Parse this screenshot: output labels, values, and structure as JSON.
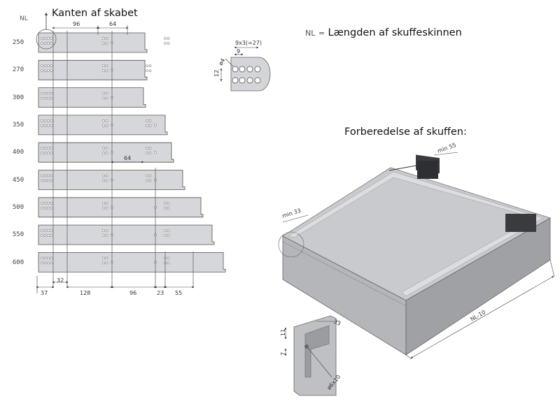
{
  "top_left_label": "NL",
  "cabinet_edge_label": "Kanten af skabet",
  "legend": {
    "key": "NL",
    "equals": "=",
    "text": "Længden af skuffeskinnen"
  },
  "drawer_heading": "Forberedelse af skuffen:",
  "rows": [
    {
      "nl": "250",
      "rail_len": 152,
      "groups": [
        0,
        2,
        4
      ]
    },
    {
      "nl": "270",
      "rail_len": 152,
      "groups": [
        0,
        2,
        3
      ]
    },
    {
      "nl": "300",
      "rail_len": 150,
      "groups": [
        0,
        2
      ]
    },
    {
      "nl": "350",
      "rail_len": 181,
      "groups": [
        0,
        2,
        3
      ]
    },
    {
      "nl": "400",
      "rail_len": 190,
      "groups": [
        0,
        2,
        3
      ]
    },
    {
      "nl": "450",
      "rail_len": 206,
      "groups": [
        0,
        2,
        3
      ]
    },
    {
      "nl": "500",
      "rail_len": 232,
      "groups": [
        0,
        2,
        4
      ]
    },
    {
      "nl": "550",
      "rail_len": 248,
      "groups": [
        0,
        2,
        4
      ]
    },
    {
      "nl": "600",
      "rail_len": 264,
      "groups": [
        0,
        2,
        4
      ]
    }
  ],
  "top_dims": {
    "a": "96",
    "b": "64"
  },
  "row400_dim": "64",
  "bottom_dims": [
    "37",
    "32",
    "128",
    "96",
    "23",
    "55"
  ],
  "hole_detail": {
    "pitch": "9x3(=27)",
    "pitch2": "9",
    "dia": "ø4",
    "height": "12"
  },
  "drawer_dims": {
    "min_back": "min 55",
    "min_front": "min 33",
    "length": "NL-10"
  },
  "side_detail": {
    "top": "33",
    "a": "11",
    "b": "7",
    "hole": "ø6x10"
  }
}
